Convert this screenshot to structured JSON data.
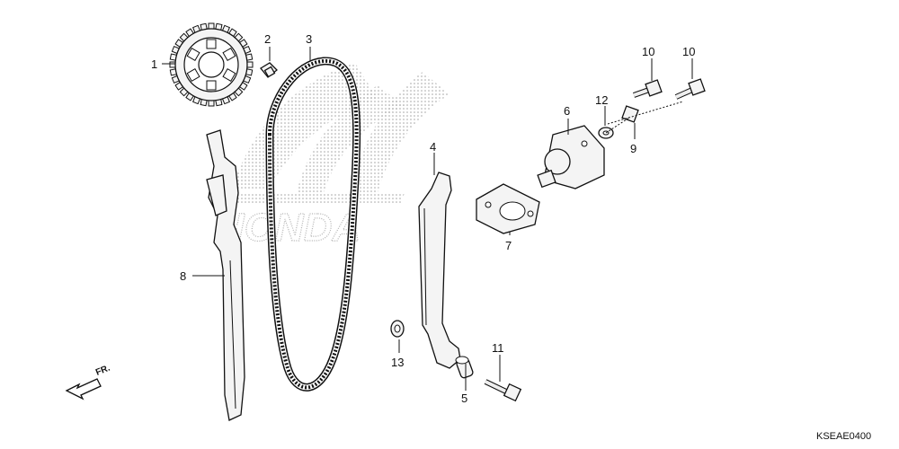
{
  "diagram": {
    "code": "KSEAE0400",
    "front_marker": "FR.",
    "watermark": "HONDA",
    "callouts": [
      {
        "id": "c1",
        "text": "1"
      },
      {
        "id": "c2",
        "text": "2"
      },
      {
        "id": "c3",
        "text": "3"
      },
      {
        "id": "c4",
        "text": "4"
      },
      {
        "id": "c5",
        "text": "5"
      },
      {
        "id": "c6",
        "text": "6"
      },
      {
        "id": "c7",
        "text": "7"
      },
      {
        "id": "c8",
        "text": "8"
      },
      {
        "id": "c9",
        "text": "9"
      },
      {
        "id": "c10a",
        "text": "10"
      },
      {
        "id": "c10b",
        "text": "10"
      },
      {
        "id": "c11",
        "text": "11"
      },
      {
        "id": "c12",
        "text": "12"
      },
      {
        "id": "c13",
        "text": "13"
      }
    ]
  }
}
